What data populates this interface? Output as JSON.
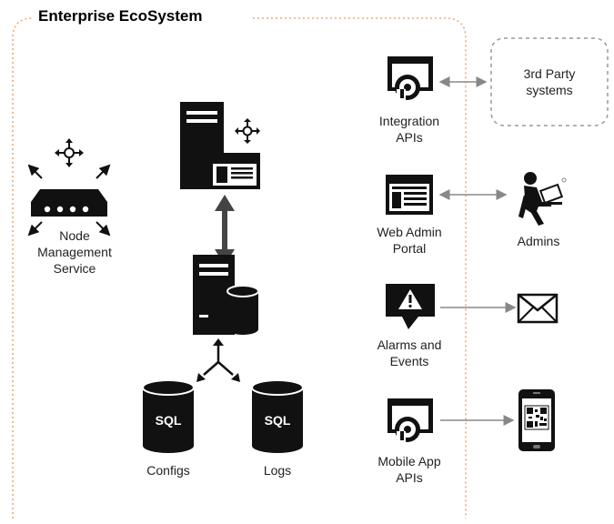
{
  "title": "Enterprise EcoSystem",
  "labels": {
    "node_management": "Node\nManagement\nService",
    "configs": "Configs",
    "logs": "Logs",
    "integration_apis": "Integration\nAPIs",
    "web_admin_portal": "Web Admin\nPortal",
    "alarms_events": "Alarms and\nEvents",
    "mobile_app_apis": "Mobile App\nAPIs",
    "third_party": "3rd Party\nsystems",
    "admins": "Admins",
    "sql": "SQL"
  },
  "colors": {
    "boundary": "#f0a878",
    "dashed_box": "#999999",
    "icon": "#111111",
    "arrow": "#888888"
  }
}
